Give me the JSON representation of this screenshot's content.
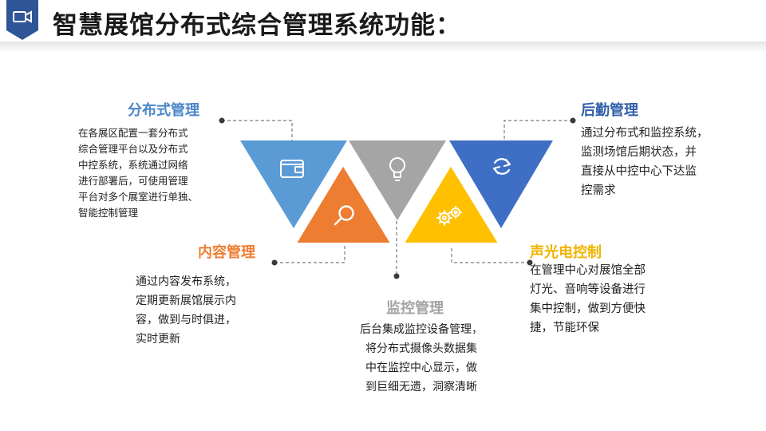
{
  "header": {
    "title": "智慧展馆分布式综合管理系统功能：",
    "badge_icon": "video-camera-icon"
  },
  "colors": {
    "blue_light": "#5b9bd5",
    "blue_dark": "#3f6fc5",
    "orange": "#ed7d31",
    "gray": "#a5a5a5",
    "yellow": "#ffc000",
    "badge": "#2e5597"
  },
  "sections": {
    "fenbu": {
      "title": "分布式管理",
      "body": "在各展区配置一套分布式\n综合管理平台以及分布式\n中控系统，系统通过网络\n进行部署后，可使用管理\n平台对多个展室进行单独、\n智能控制管理",
      "icon": "wallet-icon"
    },
    "neirong": {
      "title": "内容管理",
      "body": "通过内容发布系统，\n定期更新展馆展示内\n容，做到与时俱进，\n实时更新",
      "icon": "magnifier-icon"
    },
    "jiankong": {
      "title": "监控管理",
      "body": "后台集成监控设备管理，\n将分布式摄像头数据集\n中在监控中心显示，做\n到巨细无遗，洞察清晰",
      "icon": "lightbulb-icon"
    },
    "houqin": {
      "title": "后勤管理",
      "body": "通过分布式和监控系统，\n监测场馆后期状态，并\n直接从中控中心下达监\n控需求",
      "icon": "refresh-icon"
    },
    "sheng": {
      "title": "声光电控制",
      "body": "在管理中心对展馆全部\n灯光、音响等设备进行\n集中控制，做到方便快\n捷，节能环保",
      "icon": "gears-icon"
    }
  }
}
